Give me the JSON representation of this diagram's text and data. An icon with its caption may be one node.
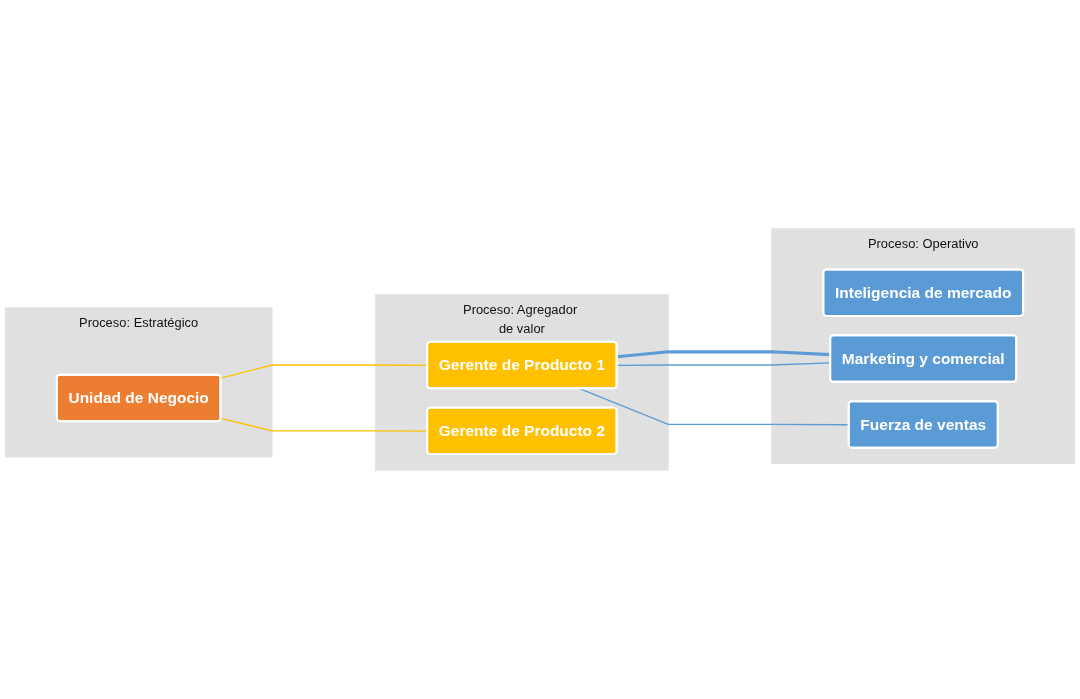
{
  "diagram": {
    "nodes": [
      {
        "text": [
          "Proceso: Estratégico"
        ]
      },
      {
        "text": [
          "Proceso: Agregador de valor"
        ]
      },
      {
        "text": [
          "Proceso: Operativo"
        ]
      },
      {
        "text": [
          "Unidad de Negocio"
        ],
        "in": 0
      },
      {
        "text": [
          "Gerente de Producto 1"
        ],
        "in": 1
      },
      {
        "text": [
          "Gerente de Producto 2"
        ],
        "in": 1
      },
      {
        "text": [
          "Inteligencia de mercado"
        ],
        "in": 2
      },
      {
        "text": [
          "Marketing y comercial"
        ],
        "in": 2
      },
      {
        "text": [
          "Fuerza de ventas"
        ],
        "in": 2
      }
    ],
    "edges": [
      {
        "from": 3,
        "to": 4,
        "arrow": "none",
        "color": "#ffc000"
      },
      {
        "from": 3,
        "to": 5,
        "arrow": "none",
        "color": "#ffc000"
      },
      {
        "from": 4,
        "to": 7,
        "arrow": "none",
        "style": "thick"
      },
      {
        "from": 4,
        "to": 7,
        "arrow": "none"
      },
      {
        "from": 4,
        "to": 8,
        "arrow": "none"
      }
    ]
  }
}
